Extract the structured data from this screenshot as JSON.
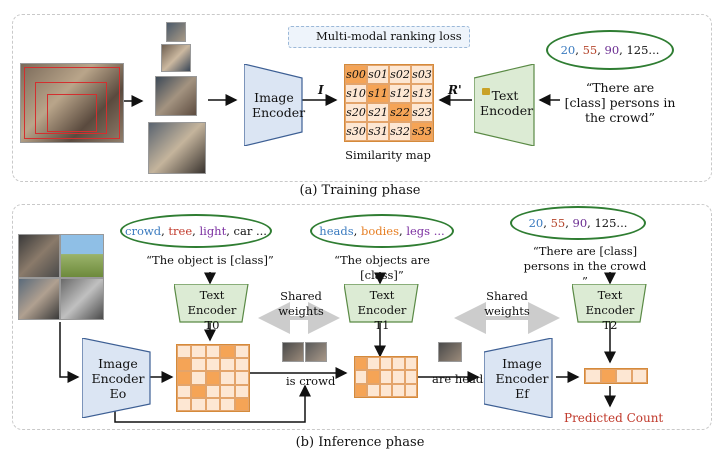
{
  "training": {
    "caption": "(a) Training phase",
    "loss_label": "Multi-modal ranking loss",
    "image_encoder_label": "Image Encoder",
    "text_encoder_label": "Text Encoder",
    "arrow_I": "I",
    "arrow_R": "R'",
    "similarity_caption": "Similarity map",
    "bubble_values": [
      "20",
      "55",
      "90",
      "125..."
    ],
    "prompt": "“There are [class] persons in the crowd”",
    "similarity_cells": [
      [
        "s00",
        "s01",
        "s02",
        "s03"
      ],
      [
        "s10",
        "s11",
        "s12",
        "s13"
      ],
      [
        "s20",
        "s21",
        "s22",
        "s23"
      ],
      [
        "s30",
        "s31",
        "s32",
        "s33"
      ]
    ],
    "highlight_cells": [
      [
        0,
        0
      ],
      [
        1,
        1
      ],
      [
        2,
        2
      ],
      [
        3,
        3
      ]
    ]
  },
  "inference": {
    "caption": "(b) Inference phase",
    "bubble1": [
      "crowd",
      "tree",
      "light",
      "car ..."
    ],
    "bubble2": [
      "heads",
      "bodies",
      "legs ..."
    ],
    "bubble3": [
      "20",
      "55",
      "90",
      "125..."
    ],
    "prompt1": "“The object is [class]”",
    "prompt2": "“The objects are [class]”",
    "prompt3": "“There are [class] persons in the crowd ”",
    "text_encoder_0": "Text Encoder T0",
    "text_encoder_1": "Text Encoder T1",
    "text_encoder_2": "Text Encoder T2",
    "shared_weights_1": "Shared weights",
    "shared_weights_2": "Shared weights",
    "image_encoder_o": "Image Encoder Eo",
    "image_encoder_f": "Image Encoder Ef",
    "is_crowd": "is crowd",
    "are_heads": "are heads",
    "predicted_count": "Predicted Count"
  }
}
